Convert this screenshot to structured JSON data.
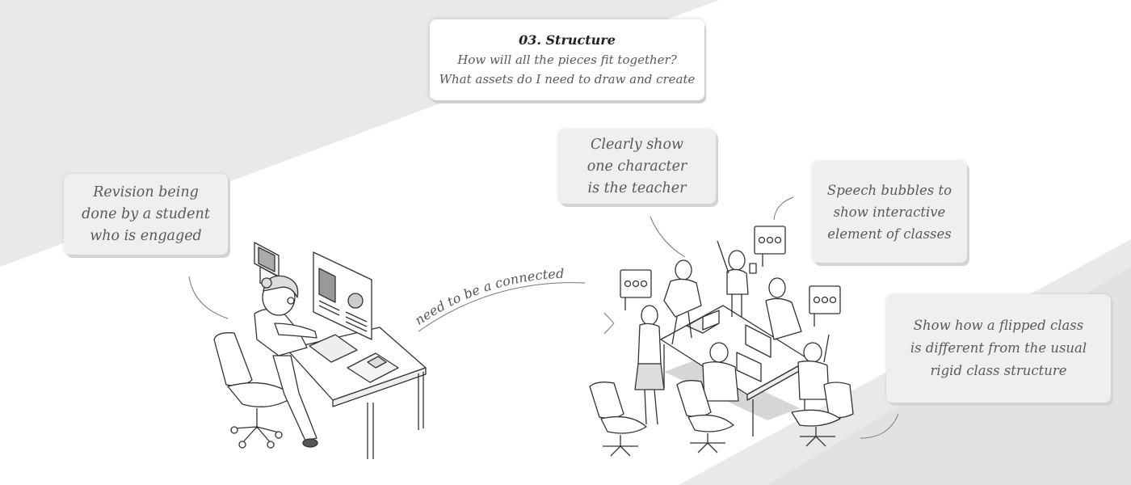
{
  "colors": {
    "background_gray": "#e9e9e9",
    "background_white": "#ffffff",
    "line": "#444444",
    "text": "#5a5a5a"
  },
  "structure_note": {
    "title": "03. Structure",
    "lines": [
      "How will all the pieces fit together?",
      "What assets do I need to draw and create"
    ]
  },
  "notes": {
    "revision": [
      "Revision being",
      "done by a student",
      "who is engaged"
    ],
    "teacher": [
      "Clearly show",
      "one character",
      "is the teacher"
    ],
    "speech": [
      "Speech bubbles to",
      "show interactive",
      "element of classes"
    ],
    "flipped": [
      "Show how a flipped class",
      "is different from the usual",
      "rigid class structure"
    ]
  },
  "connector_label": "need to be a connected",
  "illustrations": {
    "left": "student-revising-at-computer-illustration",
    "right": "flipped-classroom-group-illustration"
  }
}
